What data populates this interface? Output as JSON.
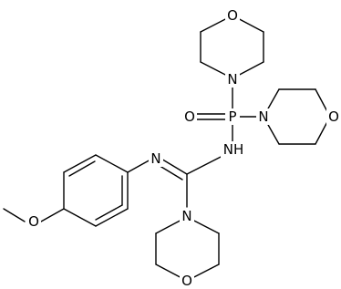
{
  "structure": {
    "atoms": {
      "o_top_morpholine": "O",
      "n_top_morpholine": "N",
      "p_center": "P",
      "o_phosphoryl": "O",
      "n_right_morpholine": "N",
      "o_right_morpholine": "O",
      "nh_amide": "NH",
      "n_imine": "N",
      "o_methoxy": "O",
      "n_bottom_morpholine": "N",
      "o_bottom_morpholine": "O"
    }
  }
}
